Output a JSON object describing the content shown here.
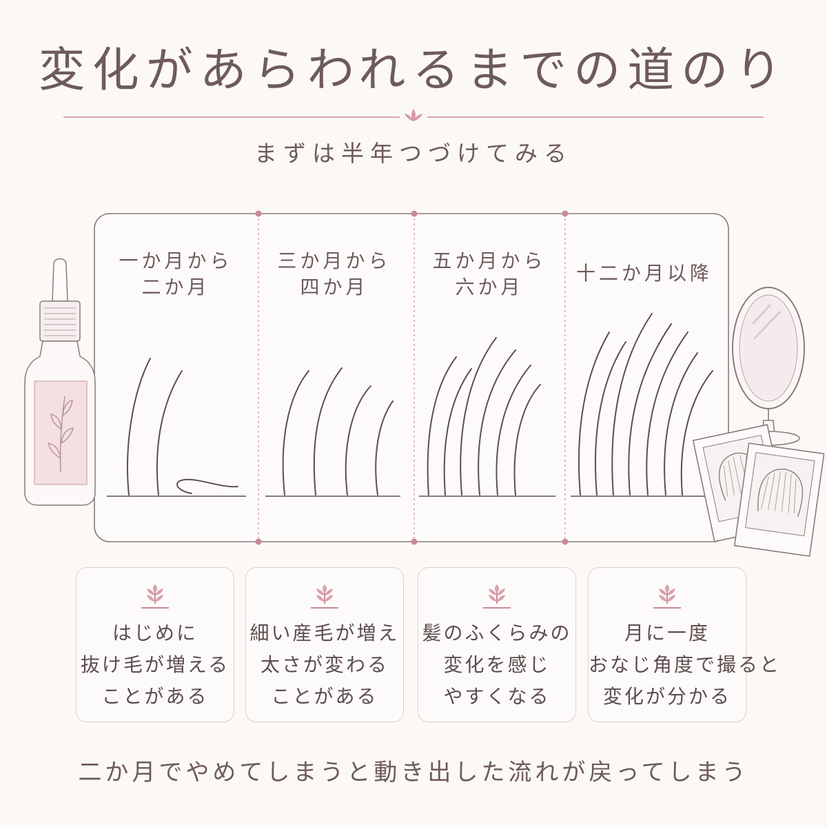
{
  "title": "変化があらわれるまでの道のり",
  "subtitle": "まずは半年つづけてみる",
  "stages": [
    {
      "line1": "一か月から",
      "line2": "二か月"
    },
    {
      "line1": "三か月から",
      "line2": "四か月"
    },
    {
      "line1": "五か月から",
      "line2": "六か月"
    },
    {
      "line1": "十二か月以降"
    }
  ],
  "cards": [
    {
      "line1": "はじめに",
      "line2": "抜け毛が増える",
      "line3": "ことがある"
    },
    {
      "line1": "細い産毛が増え",
      "line2": "太さが変わる",
      "line3": "ことがある"
    },
    {
      "line1": "髪のふくらみの",
      "line2": "変化を感じ",
      "line3": "やすくなる"
    },
    {
      "line1": "月に一度",
      "line2": "おなじ角度で撮ると",
      "line3": "変化が分かる"
    }
  ],
  "footer": "二か月でやめてしまうと動き出した流れが戻ってしまう",
  "colors": {
    "accent": "#c98a98",
    "text": "#6e5a5c",
    "line": "#8a7a7b",
    "background": "#fbf8f6"
  }
}
